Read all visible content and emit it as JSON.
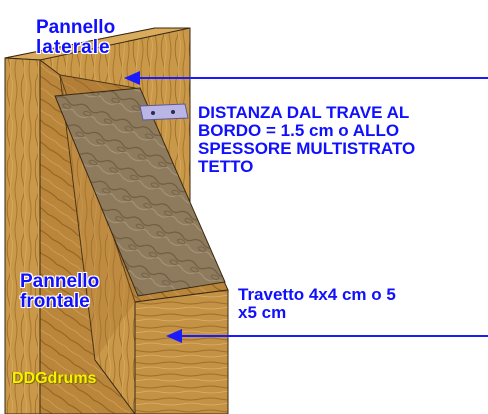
{
  "labels": {
    "side_panel": [
      "Pannello",
      "laterale"
    ],
    "front_panel": [
      "Pannello",
      "frontale"
    ],
    "distance_note": [
      "DISTANZA DAL TRAVE  AL",
      "BORDO = 1.5 cm o ALLO",
      "SPESSORE MULTISTRATO",
      "TETTO"
    ],
    "beam_note": [
      "Travetto 4x4 cm o 5",
      "x5 cm"
    ],
    "watermark": "DDGdrums"
  },
  "colors": {
    "text_blue": "#1010ff",
    "arrow_blue": "#1a1aff",
    "wood_light": "#c69646",
    "wood_mid": "#b07e35",
    "wood_dark": "#8a5d22",
    "plywood_top": "#8b7a5e",
    "watermark_yellow": "#f4f400"
  }
}
